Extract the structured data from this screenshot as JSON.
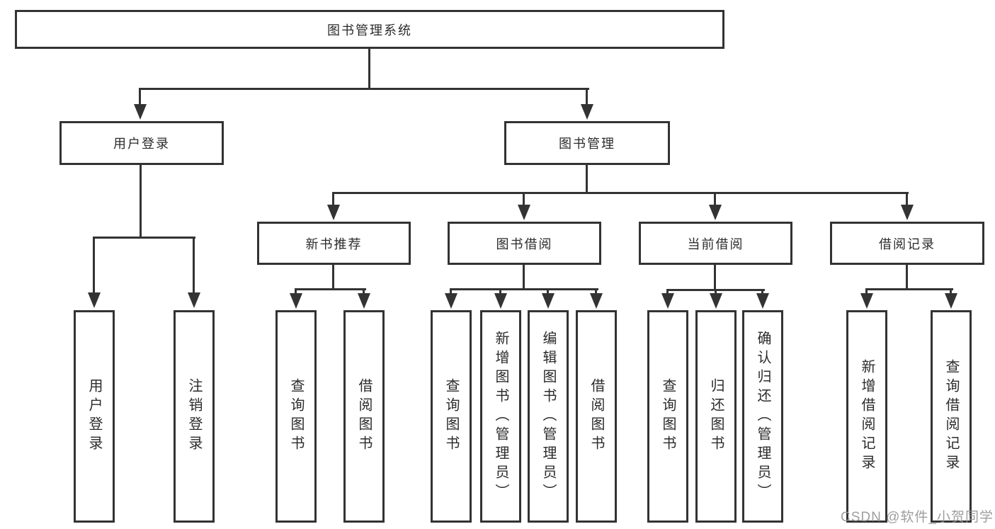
{
  "diagram": {
    "title": "图书管理系统",
    "nodes": {
      "root": "图书管理系统",
      "level2": [
        "用户登录",
        "图书管理"
      ],
      "level3": [
        "新书推荐",
        "图书借阅",
        "当前借阅",
        "借阅记录"
      ],
      "leaves": [
        "用户登录",
        "注销登录",
        "查询图书",
        "借阅图书",
        "查询图书",
        "新增图书（管理员）",
        "编辑图书（管理员）",
        "借阅图书",
        "查询图书",
        "归还图书",
        "确认归还（管理员）",
        "新增借阅记录",
        "查询借阅记录"
      ]
    },
    "watermark": "CSDN @软件_小贺同学",
    "colors": {
      "background": "#ffffff",
      "line": "#333333",
      "text": "#2b2b2b",
      "watermark": "#949494"
    }
  }
}
